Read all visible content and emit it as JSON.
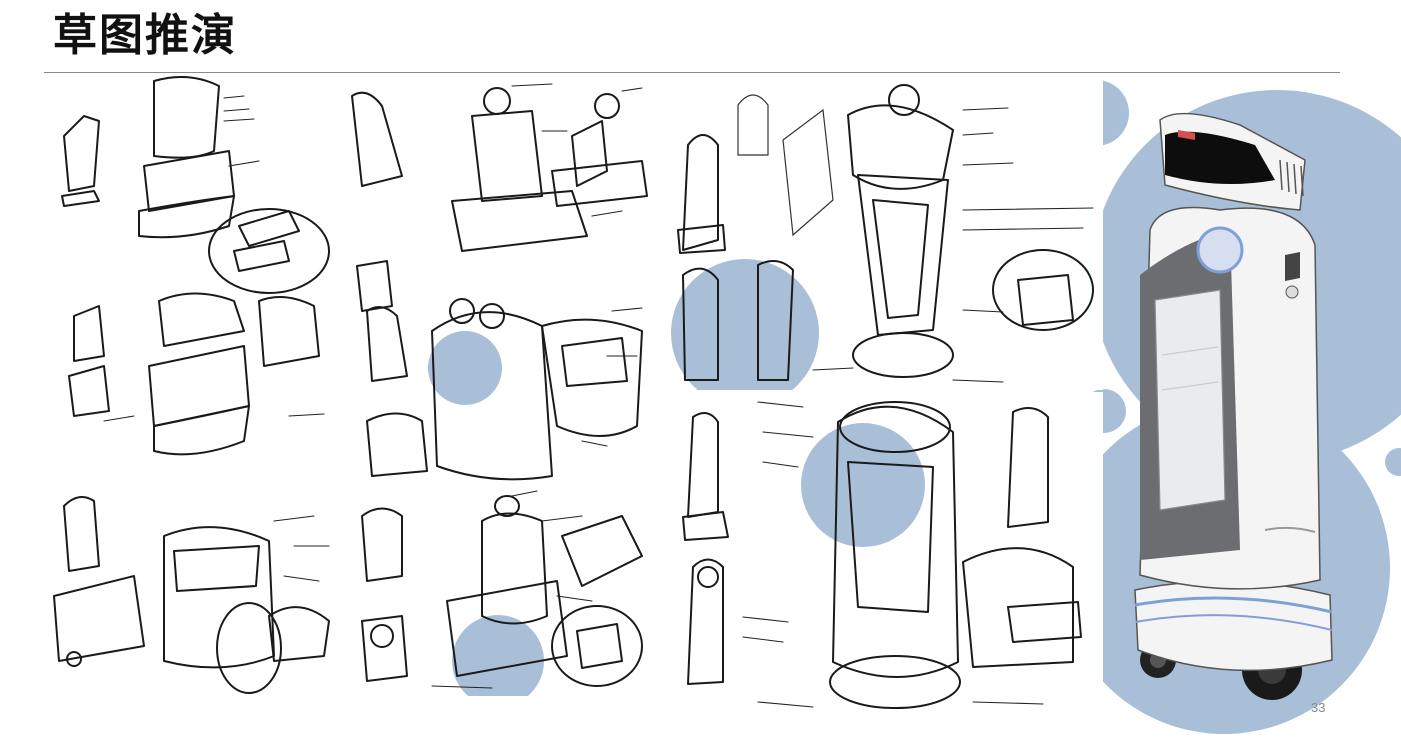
{
  "page": {
    "title": "草图推演",
    "page_number": "33"
  },
  "colors": {
    "highlight_circle": "#a9bfd8",
    "sketch_ink": "#1a1a1a",
    "rule": "#8a8a8a"
  },
  "sketch_panels": [
    {
      "name": "sketch-panel-1"
    },
    {
      "name": "sketch-panel-2"
    },
    {
      "name": "sketch-panel-3"
    },
    {
      "name": "sketch-panel-4"
    },
    {
      "name": "sketch-panel-5"
    },
    {
      "name": "sketch-panel-6"
    },
    {
      "name": "sketch-panel-7"
    }
  ],
  "render": {
    "robot_body": "#f4f4f4",
    "robot_panel": "#6b6d70",
    "robot_visor": "#0d0d0d",
    "robot_accent": "#7fa0d6"
  }
}
